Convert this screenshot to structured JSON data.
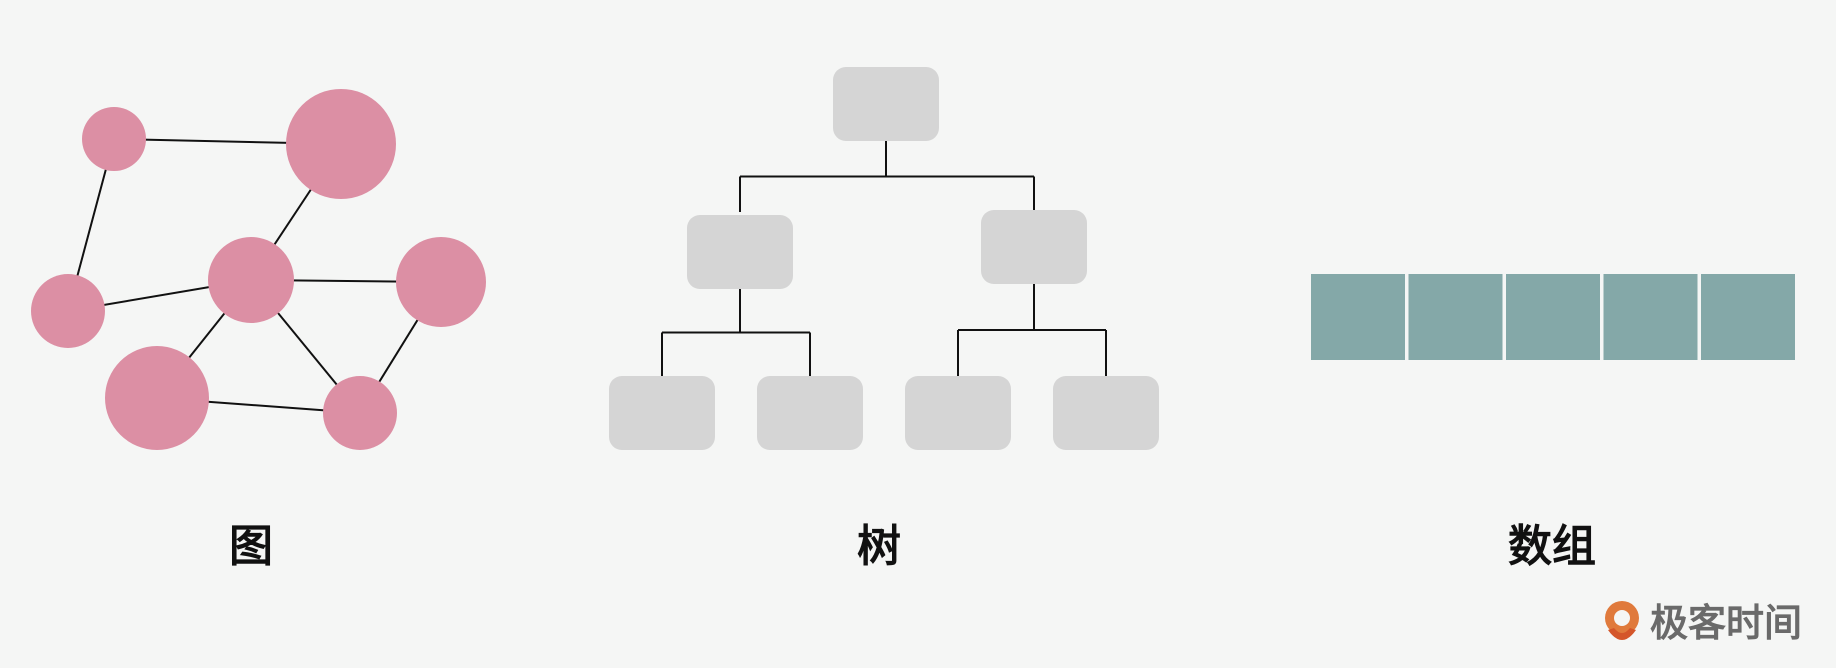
{
  "labels": {
    "graph": "图",
    "tree": "树",
    "array": "数组"
  },
  "brand": {
    "name": "极客时间",
    "logo_icon": "geektime-logo-icon"
  },
  "colors": {
    "background": "#f5f6f5",
    "graph_node": "#dc8fa4",
    "tree_node": "#d5d5d5",
    "array_cell": "#84a8a8",
    "edge": "#111111",
    "logo_accent": "#e07a3c"
  },
  "graph": {
    "node_count": 7,
    "edges": [
      [
        0,
        1
      ],
      [
        0,
        2
      ],
      [
        1,
        3
      ],
      [
        2,
        3
      ],
      [
        3,
        4
      ],
      [
        3,
        5
      ],
      [
        3,
        6
      ],
      [
        5,
        6
      ],
      [
        4,
        6
      ]
    ]
  },
  "tree": {
    "levels": 3,
    "children_per_node": 2
  },
  "array": {
    "cell_count": 5
  }
}
